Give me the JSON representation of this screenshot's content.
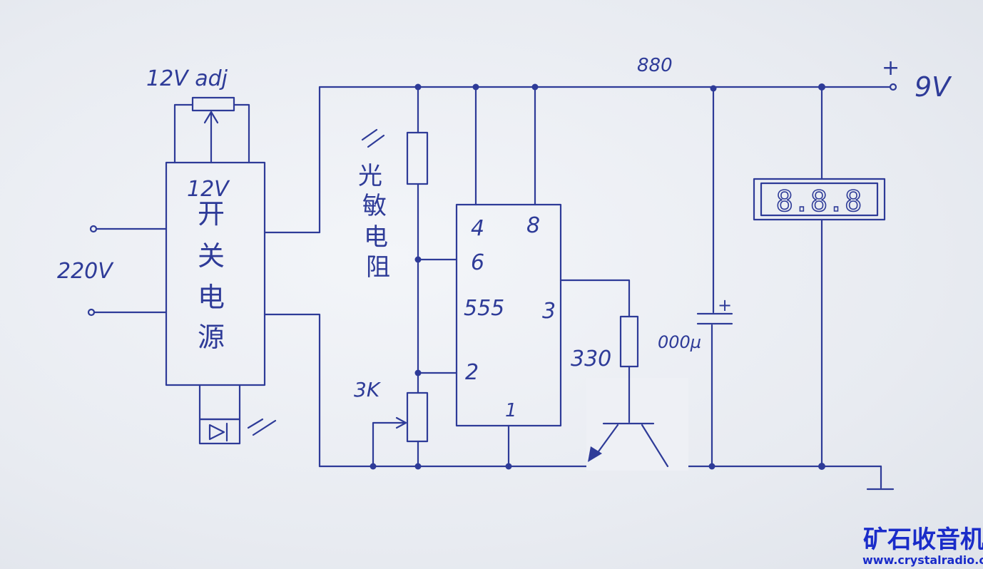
{
  "labels": {
    "pot_adj": "12V adj",
    "psu_voltage": "12V",
    "psu_name": [
      "开",
      "关",
      "电",
      "源"
    ],
    "ac_input": "220V",
    "ldr_name": [
      "光",
      "敏",
      "电",
      "阻"
    ],
    "pot_3k": "3K",
    "ic_name": "555",
    "pin_4": "4",
    "pin_8": "8",
    "pin_6": "6",
    "pin_3": "3",
    "pin_2": "2",
    "pin_1": "1",
    "res_330": "330",
    "res_880": "880",
    "cap_value": "000µ",
    "cap_plus": "+",
    "supply_plus": "+",
    "supply_voltage": "9V",
    "display_digits": "8.8.8"
  },
  "watermark": {
    "title": "矿石收音机",
    "url": "www.crystalradio.cn"
  },
  "colors": {
    "ink": "#2e3b98",
    "paper": "#eceff4",
    "watermark": "#1a2cc9"
  }
}
